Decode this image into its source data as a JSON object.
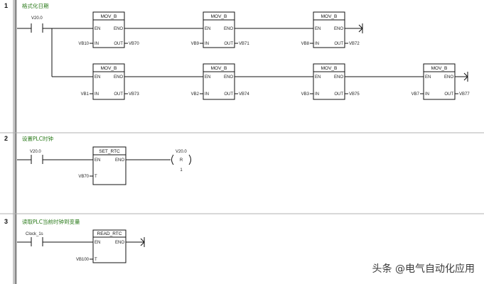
{
  "networks": [
    {
      "number": "1",
      "title": "格式化日期",
      "contact": "V20.0",
      "blocks": [
        {
          "name": "MOV_B",
          "en": "EN",
          "eno": "ENO",
          "in_pin": "IN",
          "out_pin": "OUT",
          "in_value": "VB10",
          "out_value": "VB70"
        },
        {
          "name": "MOV_B",
          "en": "EN",
          "eno": "ENO",
          "in_pin": "IN",
          "out_pin": "OUT",
          "in_value": "VB9",
          "out_value": "VB71"
        },
        {
          "name": "MOV_B",
          "en": "EN",
          "eno": "ENO",
          "in_pin": "IN",
          "out_pin": "OUT",
          "in_value": "VB8",
          "out_value": "VB72"
        },
        {
          "name": "MOV_B",
          "en": "EN",
          "eno": "ENO",
          "in_pin": "IN",
          "out_pin": "OUT",
          "in_value": "VB1",
          "out_value": "VB73"
        },
        {
          "name": "MOV_B",
          "en": "EN",
          "eno": "ENO",
          "in_pin": "IN",
          "out_pin": "OUT",
          "in_value": "VB2",
          "out_value": "VB74"
        },
        {
          "name": "MOV_B",
          "en": "EN",
          "eno": "ENO",
          "in_pin": "IN",
          "out_pin": "OUT",
          "in_value": "VB3",
          "out_value": "VB75"
        },
        {
          "name": "MOV_B",
          "en": "EN",
          "eno": "ENO",
          "in_pin": "IN",
          "out_pin": "OUT",
          "in_value": "VB7",
          "out_value": "VB77"
        }
      ]
    },
    {
      "number": "2",
      "title": "设置PLC时钟",
      "contact": "V20.0",
      "blocks": [
        {
          "name": "SET_RTC",
          "en": "EN",
          "eno": "ENO",
          "t_pin": "T",
          "t_value": "VB70"
        }
      ],
      "coil": {
        "address": "V20.0",
        "type": "R",
        "count": "1"
      }
    },
    {
      "number": "3",
      "title": "读取PLC当前时钟到变量",
      "contact": "Clock_1s",
      "blocks": [
        {
          "name": "READ_RTC",
          "en": "EN",
          "eno": "ENO",
          "t_pin": "T",
          "t_value": "VB100"
        }
      ]
    }
  ],
  "watermark": "头条 @电气自动化应用",
  "colors": {
    "title_green": "#2a7a1a",
    "rail": "#888888",
    "line": "#111111"
  }
}
